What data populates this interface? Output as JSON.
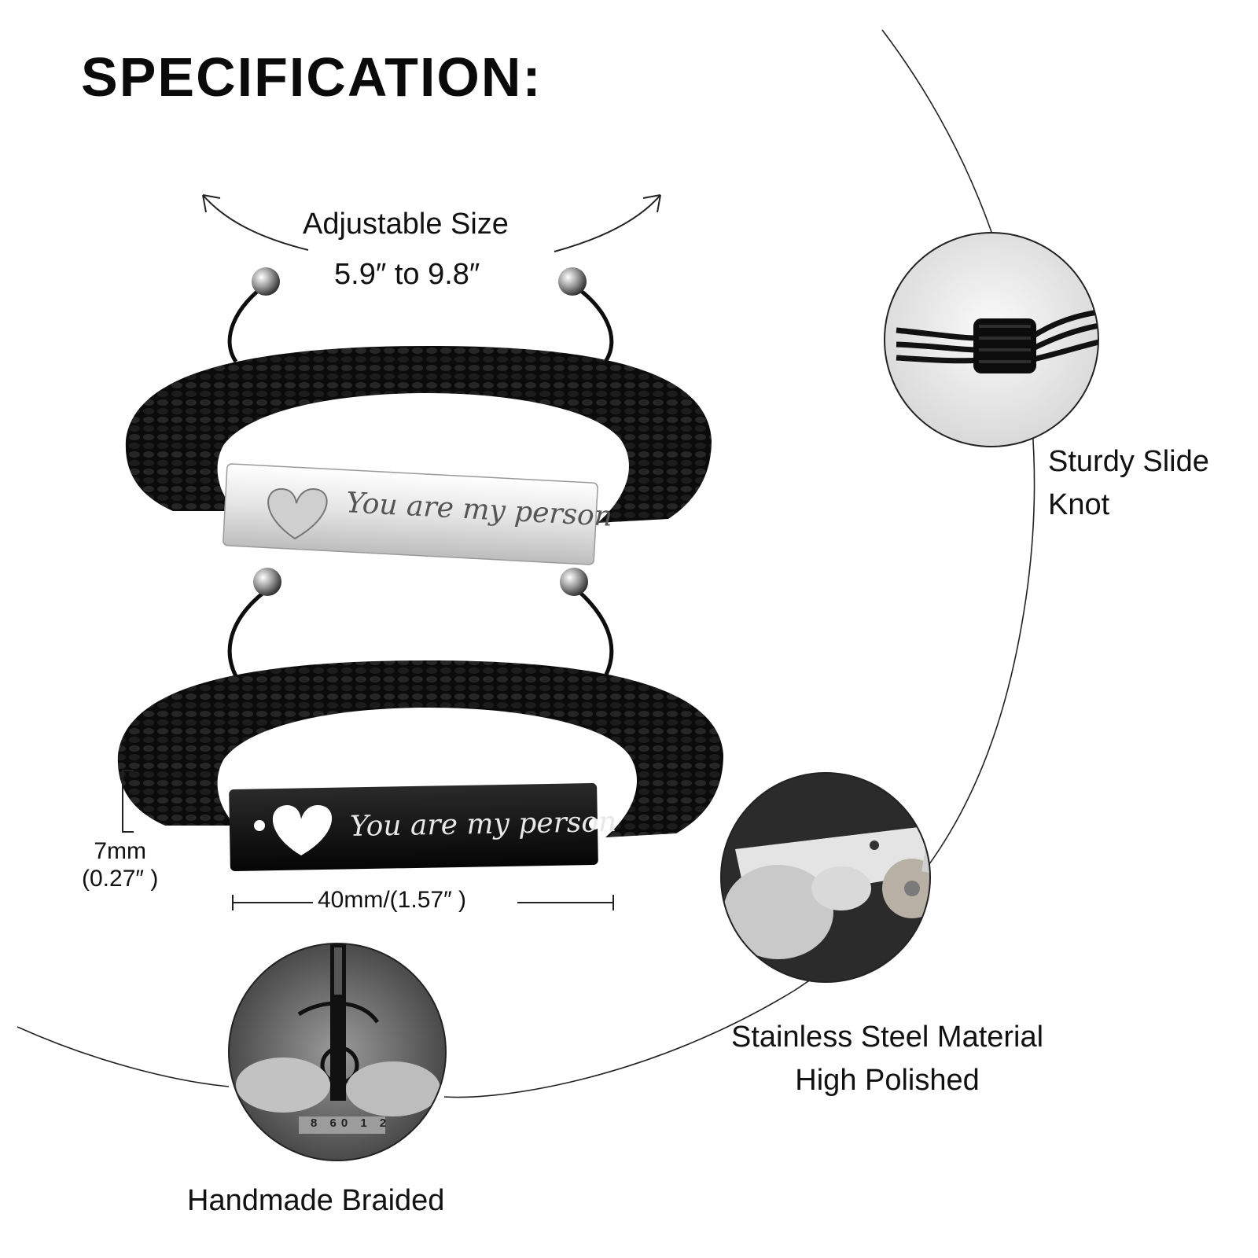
{
  "title": "SPECIFICATION:",
  "adjustable": {
    "line1": "Adjustable Size",
    "line2": "5.9″ to 9.8″"
  },
  "features": [
    {
      "lines": [
        "Sturdy Slide",
        "Knot"
      ],
      "icon": "slide-knot-photo"
    },
    {
      "lines": [
        "Stainless Steel Material",
        "High Polished"
      ],
      "icon": "polishing-photo"
    },
    {
      "lines": [
        "Handmade Braided"
      ],
      "icon": "braiding-photo"
    }
  ],
  "engraving": "You are my person",
  "dimensions": {
    "length": "40mm/(1.57″ )",
    "width_line1": "7mm",
    "width_line2": "(0.27″ )"
  },
  "ruler_marks": [
    "8",
    "60",
    "1",
    "2"
  ],
  "colors": {
    "cord": "#0d0d0d",
    "silver_plate": "#e6e6e6",
    "black_plate": "#121212",
    "engraving_on_black": "#e8e8e8",
    "engraving_on_silver": "#555555"
  }
}
